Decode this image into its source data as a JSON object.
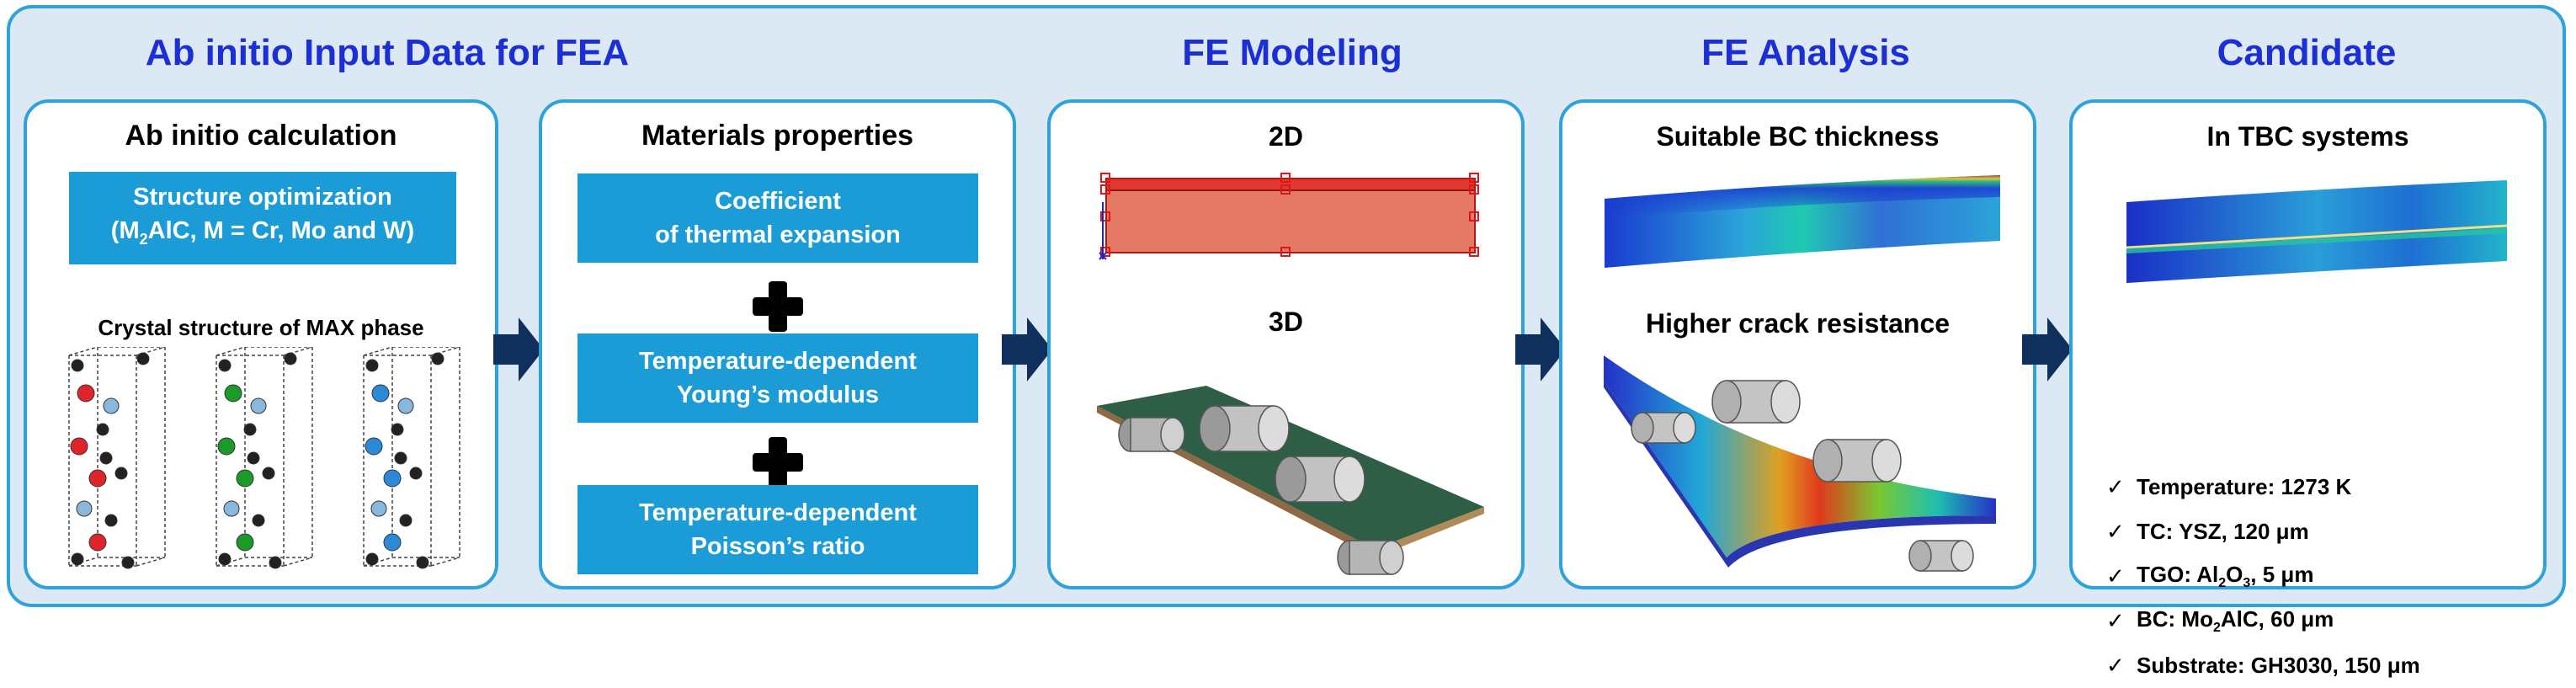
{
  "sections": {
    "input": "Ab initio Input Data for FEA",
    "modeling": "FE Modeling",
    "analysis": "FE Analysis",
    "candidate": "Candidate"
  },
  "panel1": {
    "title": "Ab initio calculation",
    "box_line1": "Structure optimization",
    "box_line2_pre": "(M",
    "box_line2_sub": "2",
    "box_line2_post": "AlC, M = Cr, Mo and W)",
    "crystal_label": "Crystal structure of MAX phase"
  },
  "panel2": {
    "title": "Materials properties",
    "box1_line1": "Coefficient",
    "box1_line2": "of thermal expansion",
    "box2_line1": "Temperature-dependent",
    "box2_line2": "Young’s modulus",
    "box3_line1": "Temperature-dependent",
    "box3_line2": "Poisson’s ratio"
  },
  "panel3": {
    "label_2d": "2D",
    "label_3d": "3D"
  },
  "panel4": {
    "label1": "Suitable BC thickness",
    "label2": "Higher crack resistance"
  },
  "panel5": {
    "title": "In TBC systems",
    "items": [
      {
        "pre": "Temperature: 1273 K",
        "sub": "",
        "post": ""
      },
      {
        "pre": "TC: YSZ, 120 μm",
        "sub": "",
        "post": ""
      },
      {
        "pre": "TGO: Al",
        "sub": "2",
        "mid": "O",
        "sub2": "3",
        "post": ", 5 μm"
      },
      {
        "pre": "BC: Mo",
        "sub": "2",
        "post": "AlC, 60 μm"
      },
      {
        "pre": "Substrate: GH3030, 150 μm",
        "sub": "",
        "post": ""
      }
    ],
    "check": "✓"
  },
  "colors": {
    "accent_blue": "#1b9cd6",
    "border_blue": "#2ea3d8",
    "title_blue": "#1c2fd4",
    "background": "#dce9f5",
    "arrow_navy": "#0f2f5c",
    "atom_red": "#e0242b",
    "atom_green": "#1a9a2a",
    "atom_blue": "#2b8ad8",
    "atom_lightblue": "#8ab8dc",
    "atom_black": "#222222"
  },
  "icons": [
    "plus-icon",
    "arrow-right-icon",
    "check-icon"
  ]
}
